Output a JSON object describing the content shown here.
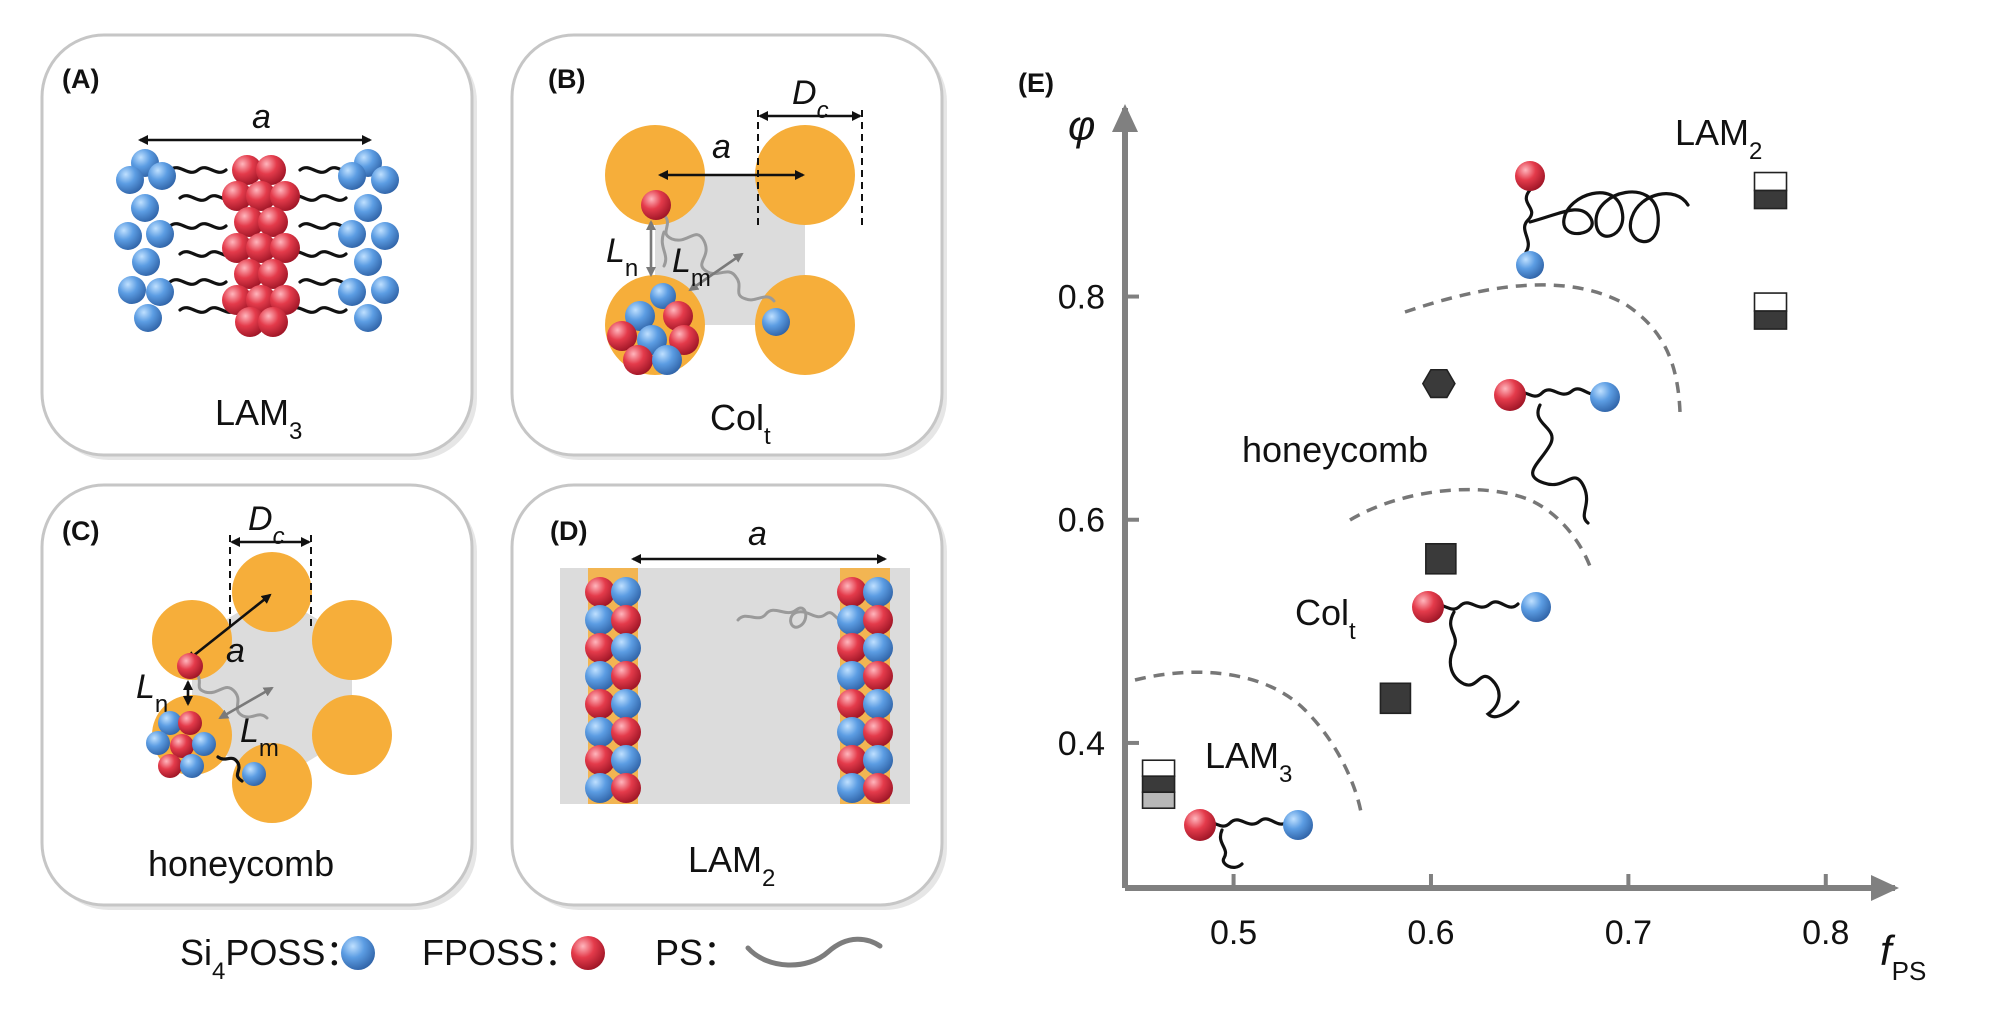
{
  "panels": {
    "A": {
      "label": "(A)",
      "dim_a": "a",
      "caption_main": "LAM",
      "caption_sub": "3"
    },
    "B": {
      "label": "(B)",
      "dim_a": "a",
      "dim_dc_main": "D",
      "dim_dc_sub": "c",
      "ln_main": "L",
      "ln_sub": "n",
      "lm_main": "L",
      "lm_sub": "m",
      "caption_main": "Col",
      "caption_sub": "t"
    },
    "C": {
      "label": "(C)",
      "dim_a": "a",
      "dim_dc_main": "D",
      "dim_dc_sub": "c",
      "ln_main": "L",
      "ln_sub": "n",
      "lm_main": "L",
      "lm_sub": "m",
      "caption": "honeycomb"
    },
    "D": {
      "label": "(D)",
      "dim_a": "a",
      "caption_main": "LAM",
      "caption_sub": "2"
    },
    "E": {
      "label": "(E)"
    }
  },
  "legend": {
    "si4poss_main": "Si",
    "si4poss_sub": "4",
    "si4poss_rest": "POSS",
    "fposs": "FPOSS",
    "ps": "PS",
    "separator": "："
  },
  "phase_diagram": {
    "y_axis_label": "φ",
    "x_axis_label_main": "f",
    "x_axis_label_sub": "PS",
    "x_ticks": [
      "0.5",
      "0.6",
      "0.7",
      "0.8"
    ],
    "y_ticks": [
      "0.4",
      "0.6",
      "0.8"
    ],
    "x_range": [
      0.445,
      0.83
    ],
    "y_range": [
      0.27,
      0.96
    ],
    "regions": [
      {
        "main": "LAM",
        "sub": "2"
      },
      {
        "main": "honeycomb",
        "sub": ""
      },
      {
        "main": "Col",
        "sub": "t"
      },
      {
        "main": "LAM",
        "sub": "3"
      }
    ],
    "markers": [
      {
        "x": 0.772,
        "y": 0.895,
        "style": "half-top-white"
      },
      {
        "x": 0.772,
        "y": 0.787,
        "style": "half-top-white"
      },
      {
        "x": 0.604,
        "y": 0.722,
        "style": "hexagon-dark"
      },
      {
        "x": 0.605,
        "y": 0.565,
        "style": "square-dark"
      },
      {
        "x": 0.582,
        "y": 0.44,
        "style": "square-dark"
      },
      {
        "x": 0.462,
        "y": 0.363,
        "style": "stacked-white-dark-gray"
      }
    ],
    "colors": {
      "dark": "#3a3a3a",
      "gray": "#b8b8b8",
      "axis": "#808080"
    }
  },
  "colors": {
    "si4poss": "#4f8fd9",
    "fposs": "#e23545",
    "core": "#f6ae3a",
    "matrix": "#dcdcdc"
  }
}
